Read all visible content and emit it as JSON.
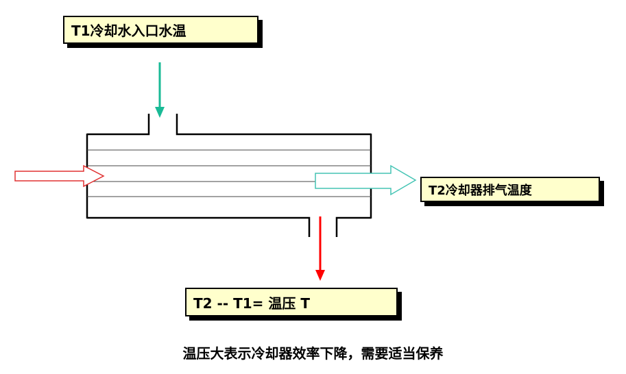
{
  "labels": {
    "t1": "T1冷却水入口水温",
    "t2": "T2冷却器排气温度",
    "formula": "T2 -- T1= 温压 T"
  },
  "caption": "温压大表示冷却器效率下降，需要适当保养",
  "colors": {
    "label_fill": "#ffffcc",
    "inlet_water_arrow": "#1aba96",
    "outlet_water_arrow": "#ff0000",
    "gas_inlet_arrow": "#e03030",
    "gas_outlet_arrow": "#44c4b4"
  }
}
